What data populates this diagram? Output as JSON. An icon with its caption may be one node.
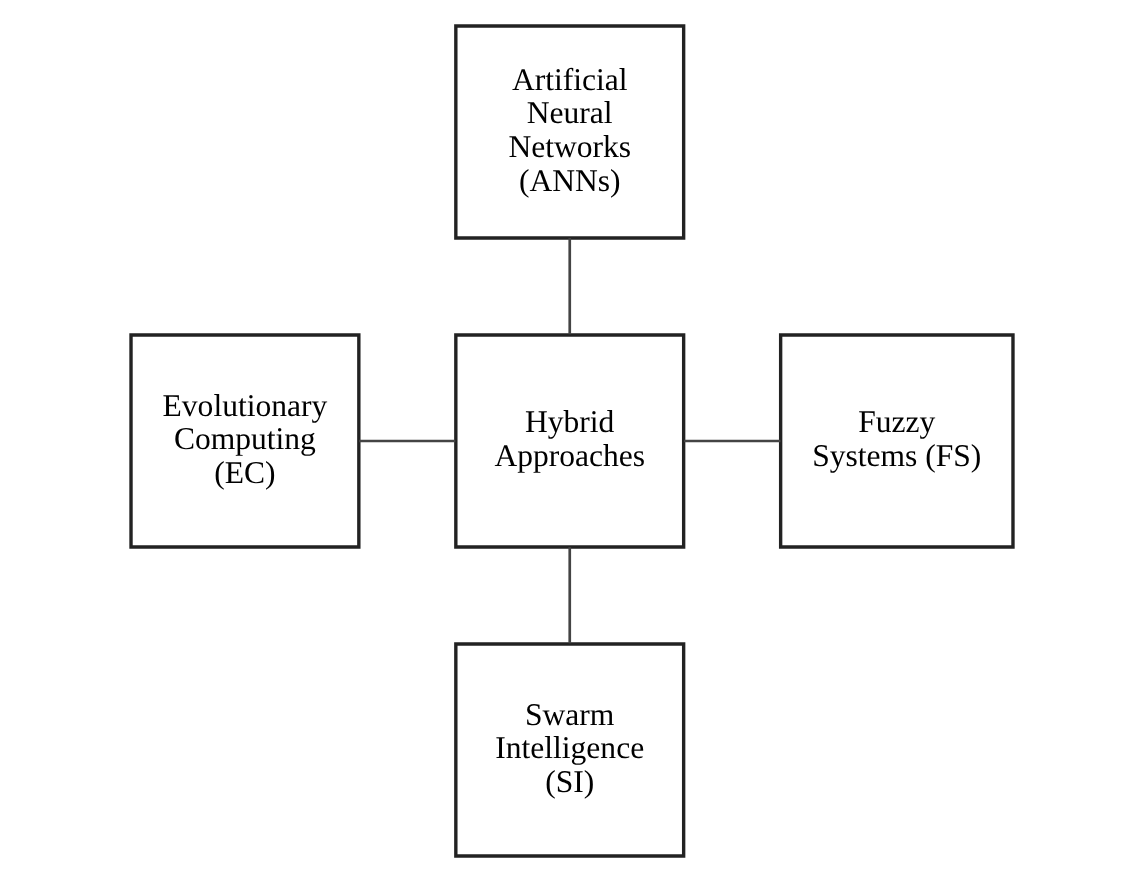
{
  "diagram": {
    "nodes": [
      {
        "text": [
          "Artificial Neural Networks (ANNs)"
        ]
      },
      {
        "text": [
          "Evolutionary Computing (EC)"
        ]
      },
      {
        "text": [
          "Hybrid Approaches"
        ]
      },
      {
        "text": [
          "Fuzzy Systems (FS)"
        ]
      },
      {
        "text": [
          "Swarm Intelligence (SI)"
        ]
      }
    ],
    "edges": [
      {
        "from": 0,
        "to": 2,
        "arrow": "none"
      },
      {
        "from": 1,
        "to": 2,
        "arrow": "none"
      },
      {
        "from": 2,
        "to": 3,
        "arrow": "none"
      },
      {
        "from": 2,
        "to": 4,
        "arrow": "none"
      }
    ]
  }
}
